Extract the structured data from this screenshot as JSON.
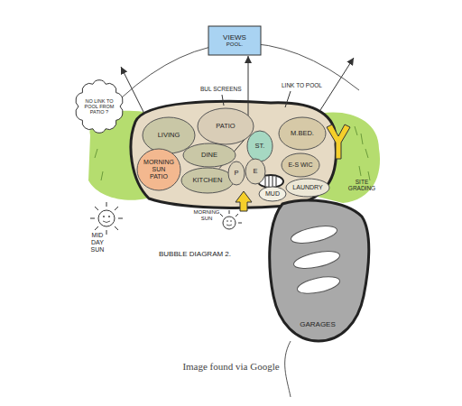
{
  "diagram": {
    "caption": "Image found via Google",
    "nodes": [
      {
        "text": [
          "VIEWS",
          "POOL."
        ]
      },
      {
        "text": [
          "NO LINK TO POOL FROM PATIO ?"
        ]
      },
      {
        "text": [
          "LIVING"
        ]
      },
      {
        "text": [
          "PATIO"
        ]
      },
      {
        "text": [
          "ST."
        ]
      },
      {
        "text": [
          "M.BED."
        ]
      },
      {
        "text": [
          "MORNING SUN PATIO"
        ]
      },
      {
        "text": [
          "DINE"
        ]
      },
      {
        "text": [
          "KITCHEN"
        ]
      },
      {
        "text": [
          "P"
        ]
      },
      {
        "text": [
          "E"
        ]
      },
      {
        "text": [
          "E-S WIC"
        ]
      },
      {
        "text": [
          "MUD"
        ]
      },
      {
        "text": [
          "LAUNDRY"
        ]
      },
      {
        "text": [
          "GARAGES"
        ]
      }
    ],
    "edges": [
      {
        "from": 8,
        "to": 0,
        "arrow": "to"
      }
    ],
    "labels": [
      "BUL SCREENS",
      "LINK TO POOL",
      "MORNING SUN",
      "MID DAY SUN",
      "BUBBLE DIAGRAM 2.",
      "SITE GRADING"
    ]
  }
}
